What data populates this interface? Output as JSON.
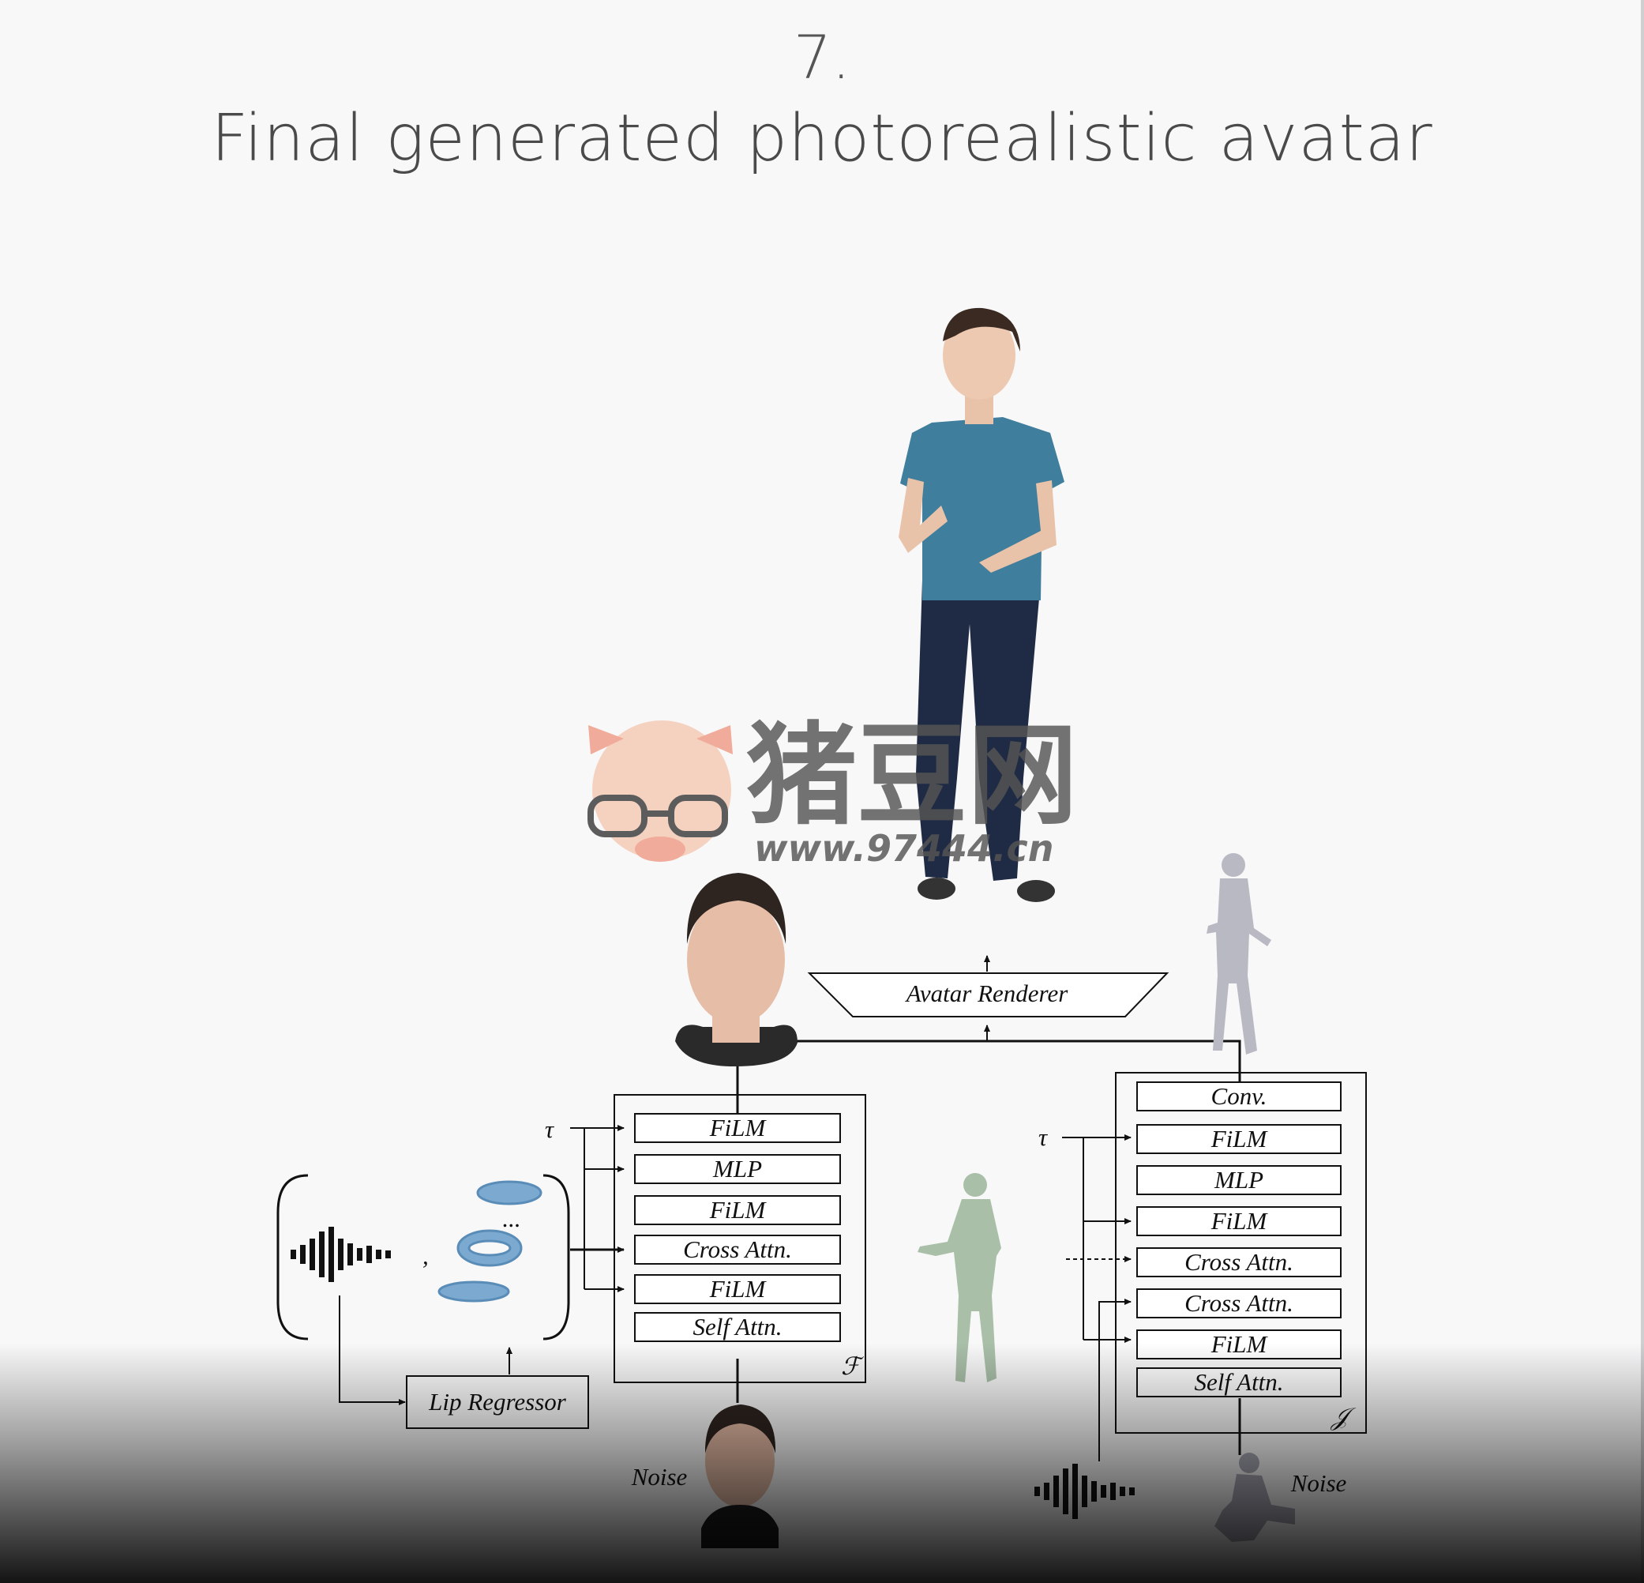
{
  "header": {
    "step": "7.",
    "title": "Final generated photorealistic avatar"
  },
  "renderer": {
    "label": "Avatar Renderer"
  },
  "face_branch": {
    "time_symbol": "τ",
    "blocks": [
      "FiLM",
      "MLP",
      "FiLM",
      "Cross Attn.",
      "FiLM",
      "Self Attn."
    ],
    "module_symbol": "ℱ",
    "noise_label": "Noise"
  },
  "body_branch": {
    "time_symbol": "τ",
    "blocks": [
      "Conv.",
      "FiLM",
      "MLP",
      "FiLM",
      "Cross Attn.",
      "Cross Attn.",
      "FiLM",
      "Self Attn."
    ],
    "module_symbol": "𝒥",
    "noise_label": "Noise"
  },
  "lip_regressor": {
    "label": "Lip Regressor"
  },
  "input_tuple": {
    "separator": ",",
    "ellipsis": "..."
  },
  "watermark": {
    "text": "猪豆网",
    "url": "www.97444.cn"
  }
}
